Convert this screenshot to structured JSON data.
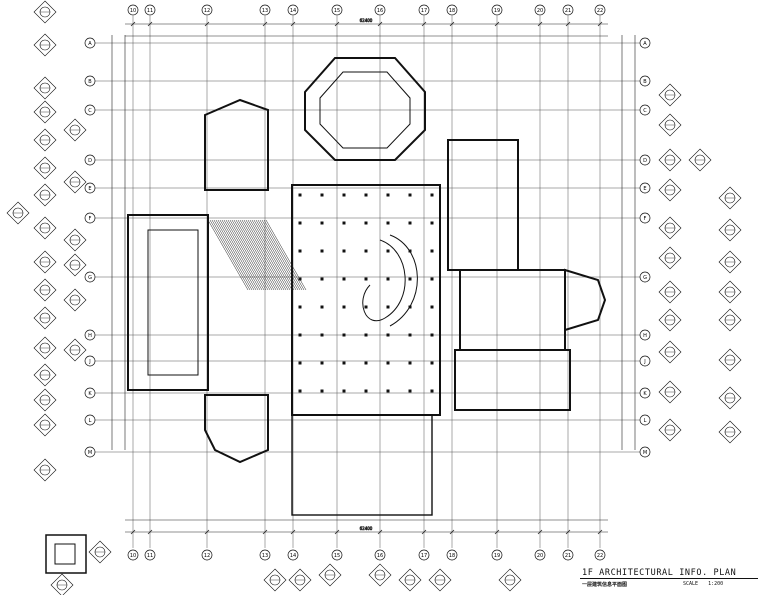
{
  "drawing": {
    "title": "1F ARCHITECTURAL INFO. PLAN",
    "subtitle": "一层建筑信息平面图",
    "scale_label": "SCALE",
    "scale_value": "1:200"
  },
  "grid_top": [
    "10",
    "11",
    "12",
    "13",
    "14",
    "15",
    "16",
    "17",
    "18",
    "19",
    "20",
    "21",
    "22"
  ],
  "grid_left": [
    "A",
    "B",
    "C",
    "D",
    "E",
    "F",
    "G",
    "H",
    "J",
    "K",
    "L",
    "M"
  ],
  "overall_dimension": "62400"
}
